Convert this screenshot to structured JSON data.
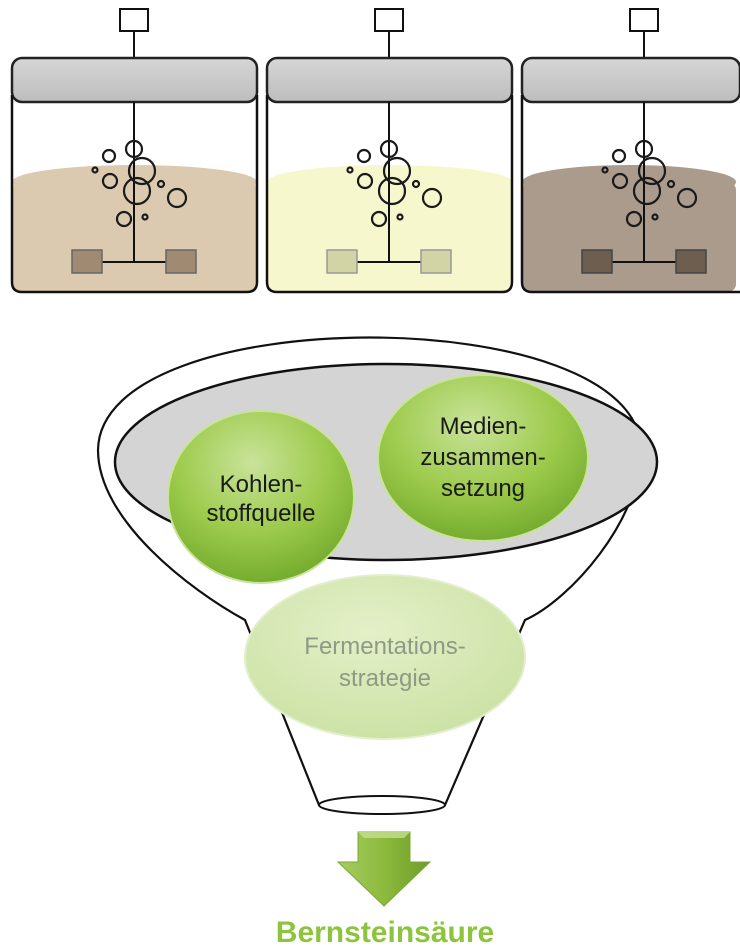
{
  "colors": {
    "liquid": [
      "#dccab0",
      "#f6f7cd",
      "#ab9b8d"
    ],
    "paddle": [
      "#a08a72",
      "#d2d4a6",
      "#6e5e50"
    ],
    "lid": "#c8c8c8",
    "green_light": "#d2e6a4",
    "green_mid": "#9cca4a",
    "green_dark": "#6ea72a",
    "arrow": "#8cba3c",
    "result_text": "#8cc43e"
  },
  "icons": {
    "reactors": "bioreactor-icon",
    "funnel": "funnel-icon",
    "arrow": "down-arrow-icon"
  },
  "funnel": {
    "circles": [
      {
        "lines": [
          "Kohlen-",
          "stoffquelle"
        ]
      },
      {
        "lines": [
          "Medien-",
          "zusammen-",
          "setzung"
        ]
      },
      {
        "lines": [
          "Fermentations-",
          "strategie"
        ]
      }
    ]
  },
  "result": {
    "label": "Bernsteinsäure"
  }
}
